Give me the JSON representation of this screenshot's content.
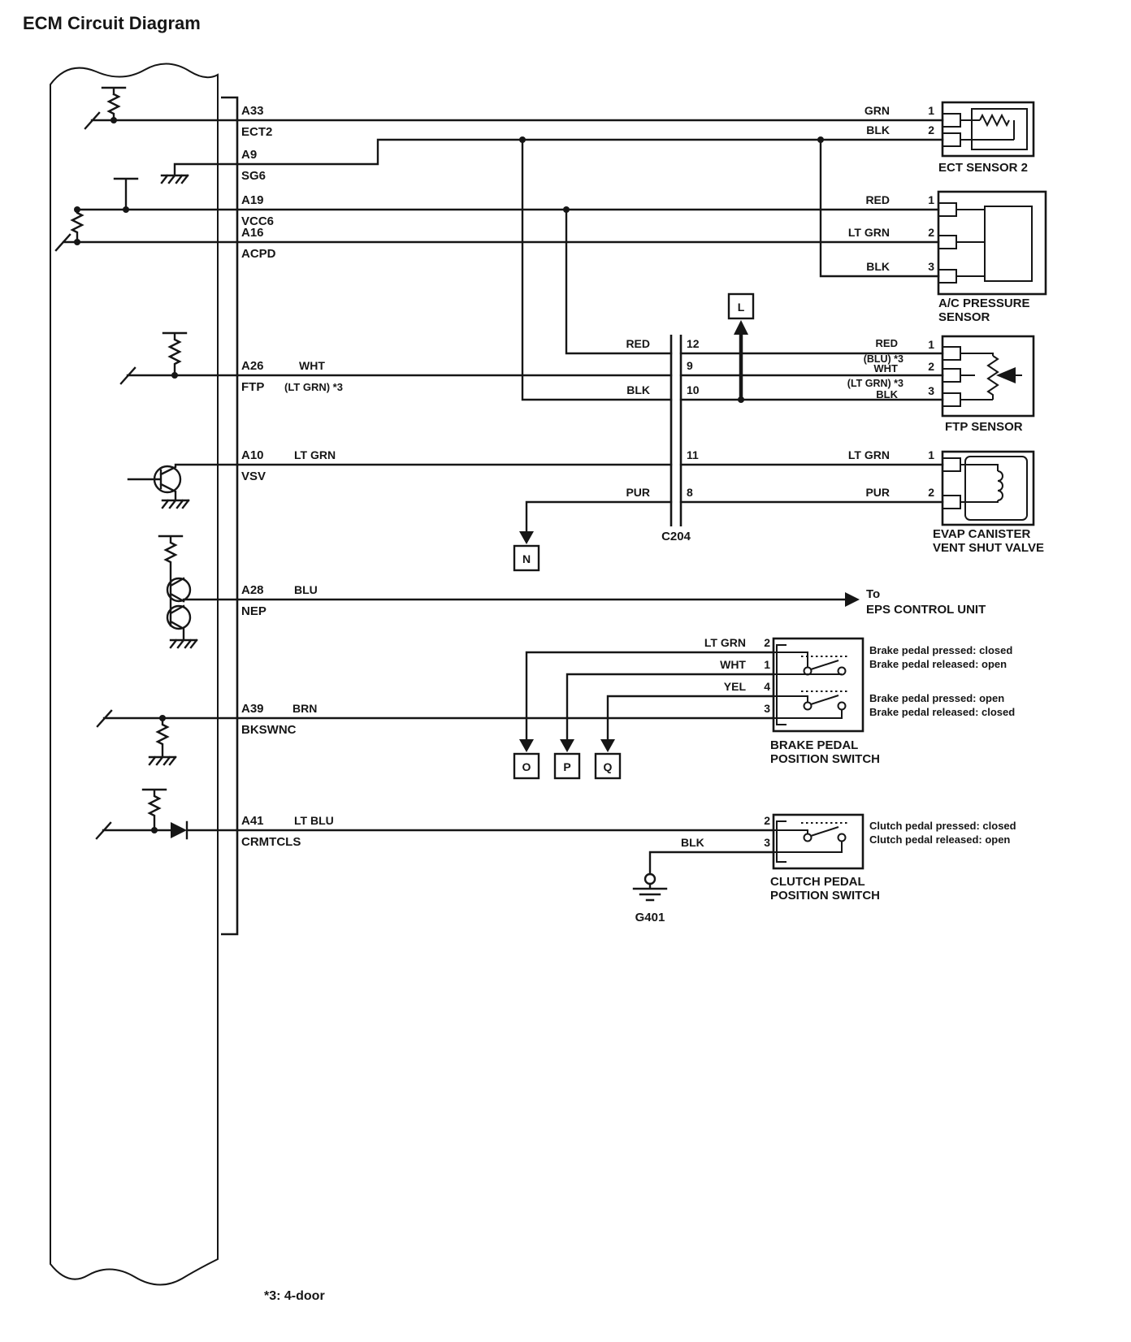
{
  "title": "ECM Circuit Diagram",
  "footnote": "*3: 4-door",
  "ecm_pins": {
    "a33": {
      "code": "A33",
      "name": "ECT2"
    },
    "a9": {
      "code": "A9",
      "name": "SG6"
    },
    "a19": {
      "code": "A19",
      "name": "VCC6"
    },
    "a16": {
      "code": "A16",
      "name": "ACPD"
    },
    "a26": {
      "code": "A26",
      "name": "FTP"
    },
    "a10": {
      "code": "A10",
      "name": "VSV"
    },
    "a28": {
      "code": "A28",
      "name": "NEP"
    },
    "a39": {
      "code": "A39",
      "name": "BKSWNC"
    },
    "a41": {
      "code": "A41",
      "name": "CRMTCLS"
    }
  },
  "wire_colors": {
    "grn": "GRN",
    "blk": "BLK",
    "red": "RED",
    "lt_grn": "LT GRN",
    "wht": "WHT",
    "yel": "YEL",
    "pur": "PUR",
    "blu": "BLU",
    "brn": "BRN",
    "lt_blu": "LT BLU",
    "lt_grn_alt": "(LT GRN) *3",
    "blu_alt": "(BLU) *3"
  },
  "connector_ids": {
    "c204": "C204",
    "g401": "G401",
    "l": "L",
    "n": "N",
    "o": "O",
    "p": "P",
    "q": "Q"
  },
  "c204_pins": {
    "p12": "12",
    "p9": "9",
    "p10": "10",
    "p11": "11",
    "p8": "8"
  },
  "components": {
    "ect_sensor": {
      "name": "ECT SENSOR 2",
      "pin1": "1",
      "pin2": "2"
    },
    "ac_pressure_sensor": {
      "name_line1": "A/C PRESSURE",
      "name_line2": "SENSOR",
      "pin1": "1",
      "pin2": "2",
      "pin3": "3"
    },
    "ftp_sensor": {
      "name": "FTP SENSOR",
      "pin1": "1",
      "pin2": "2",
      "pin3": "3"
    },
    "evap_valve": {
      "name_line1": "EVAP CANISTER",
      "name_line2": "VENT SHUT VALVE",
      "pin1": "1",
      "pin2": "2"
    },
    "eps": {
      "to": "To",
      "name": "EPS CONTROL UNIT"
    },
    "brake_switch": {
      "name_line1": "BRAKE PEDAL",
      "name_line2": "POSITION SWITCH",
      "pin2": "2",
      "pin1": "1",
      "pin4": "4",
      "pin3": "3",
      "note1": "Brake pedal pressed: closed",
      "note2": "Brake pedal released: open",
      "note3": "Brake pedal pressed: open",
      "note4": "Brake pedal released: closed"
    },
    "clutch_switch": {
      "name_line1": "CLUTCH PEDAL",
      "name_line2": "POSITION SWITCH",
      "pin2": "2",
      "pin3": "3",
      "note1": "Clutch pedal pressed: closed",
      "note2": "Clutch pedal released: open"
    }
  }
}
